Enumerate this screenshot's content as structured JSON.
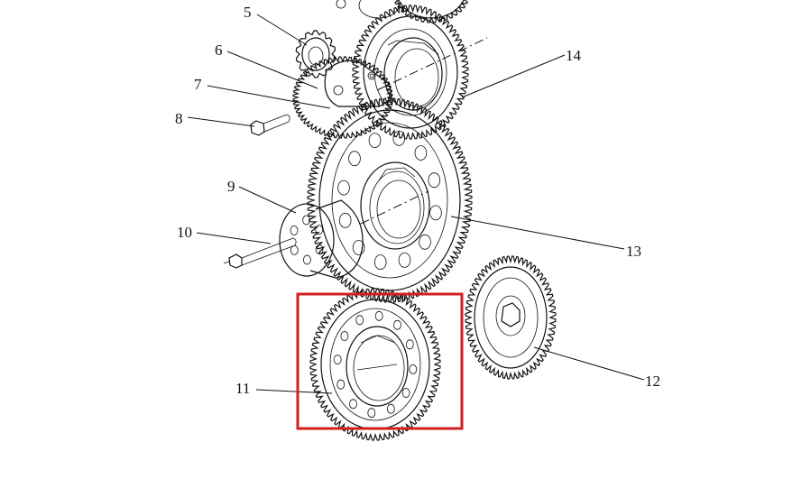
{
  "colors": {
    "line": "#111111",
    "highlight": "#d11f1f",
    "background": "#ffffff"
  },
  "callouts": {
    "c5": "5",
    "c6": "6",
    "c7": "7",
    "c8": "8",
    "c9": "9",
    "c10": "10",
    "c11": "11",
    "c12": "12",
    "c13": "13",
    "c14": "14"
  },
  "highlight_target": "11"
}
